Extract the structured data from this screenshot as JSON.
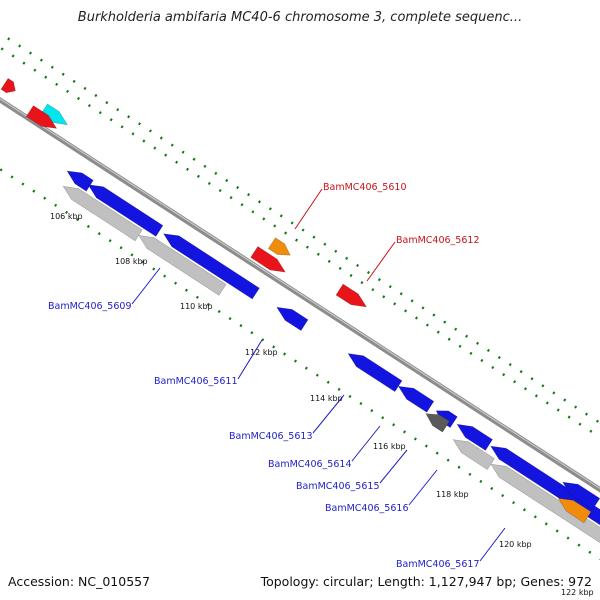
{
  "title": "Burkholderia ambifaria MC40-6 chromosome 3, complete sequenc...",
  "footer": {
    "accession": "Accession: NC_010557",
    "topology": "Topology: circular; Length: 1,127,947 bp; Genes: 972"
  },
  "colors": {
    "forward_gene": "#e8141a",
    "reverse_gene": "#1414e0",
    "rna_gene": "#00e5ee",
    "pseudogene": "#f08c0a",
    "other_gene": "#5a5a5a",
    "cds_outline": "#c0c0c0",
    "backbone": "#8c8c8c",
    "gc_skew_dots": "#127a12",
    "label_forward": "#c8141a",
    "label_reverse": "#1e1ec8"
  },
  "kbp_ticks": [
    "106 kbp",
    "108 kbp",
    "110 kbp",
    "112 kbp",
    "114 kbp",
    "116 kbp",
    "118 kbp",
    "120 kbp",
    "122 kbp"
  ],
  "gene_labels": [
    {
      "name": "BamMC406_5609",
      "strand": "reverse"
    },
    {
      "name": "BamMC406_5610",
      "strand": "forward"
    },
    {
      "name": "BamMC406_5611",
      "strand": "reverse"
    },
    {
      "name": "BamMC406_5612",
      "strand": "forward"
    },
    {
      "name": "BamMC406_5613",
      "strand": "reverse"
    },
    {
      "name": "BamMC406_5614",
      "strand": "reverse"
    },
    {
      "name": "BamMC406_5615",
      "strand": "reverse"
    },
    {
      "name": "BamMC406_5616",
      "strand": "reverse"
    },
    {
      "name": "BamMC406_5617",
      "strand": "reverse"
    }
  ]
}
